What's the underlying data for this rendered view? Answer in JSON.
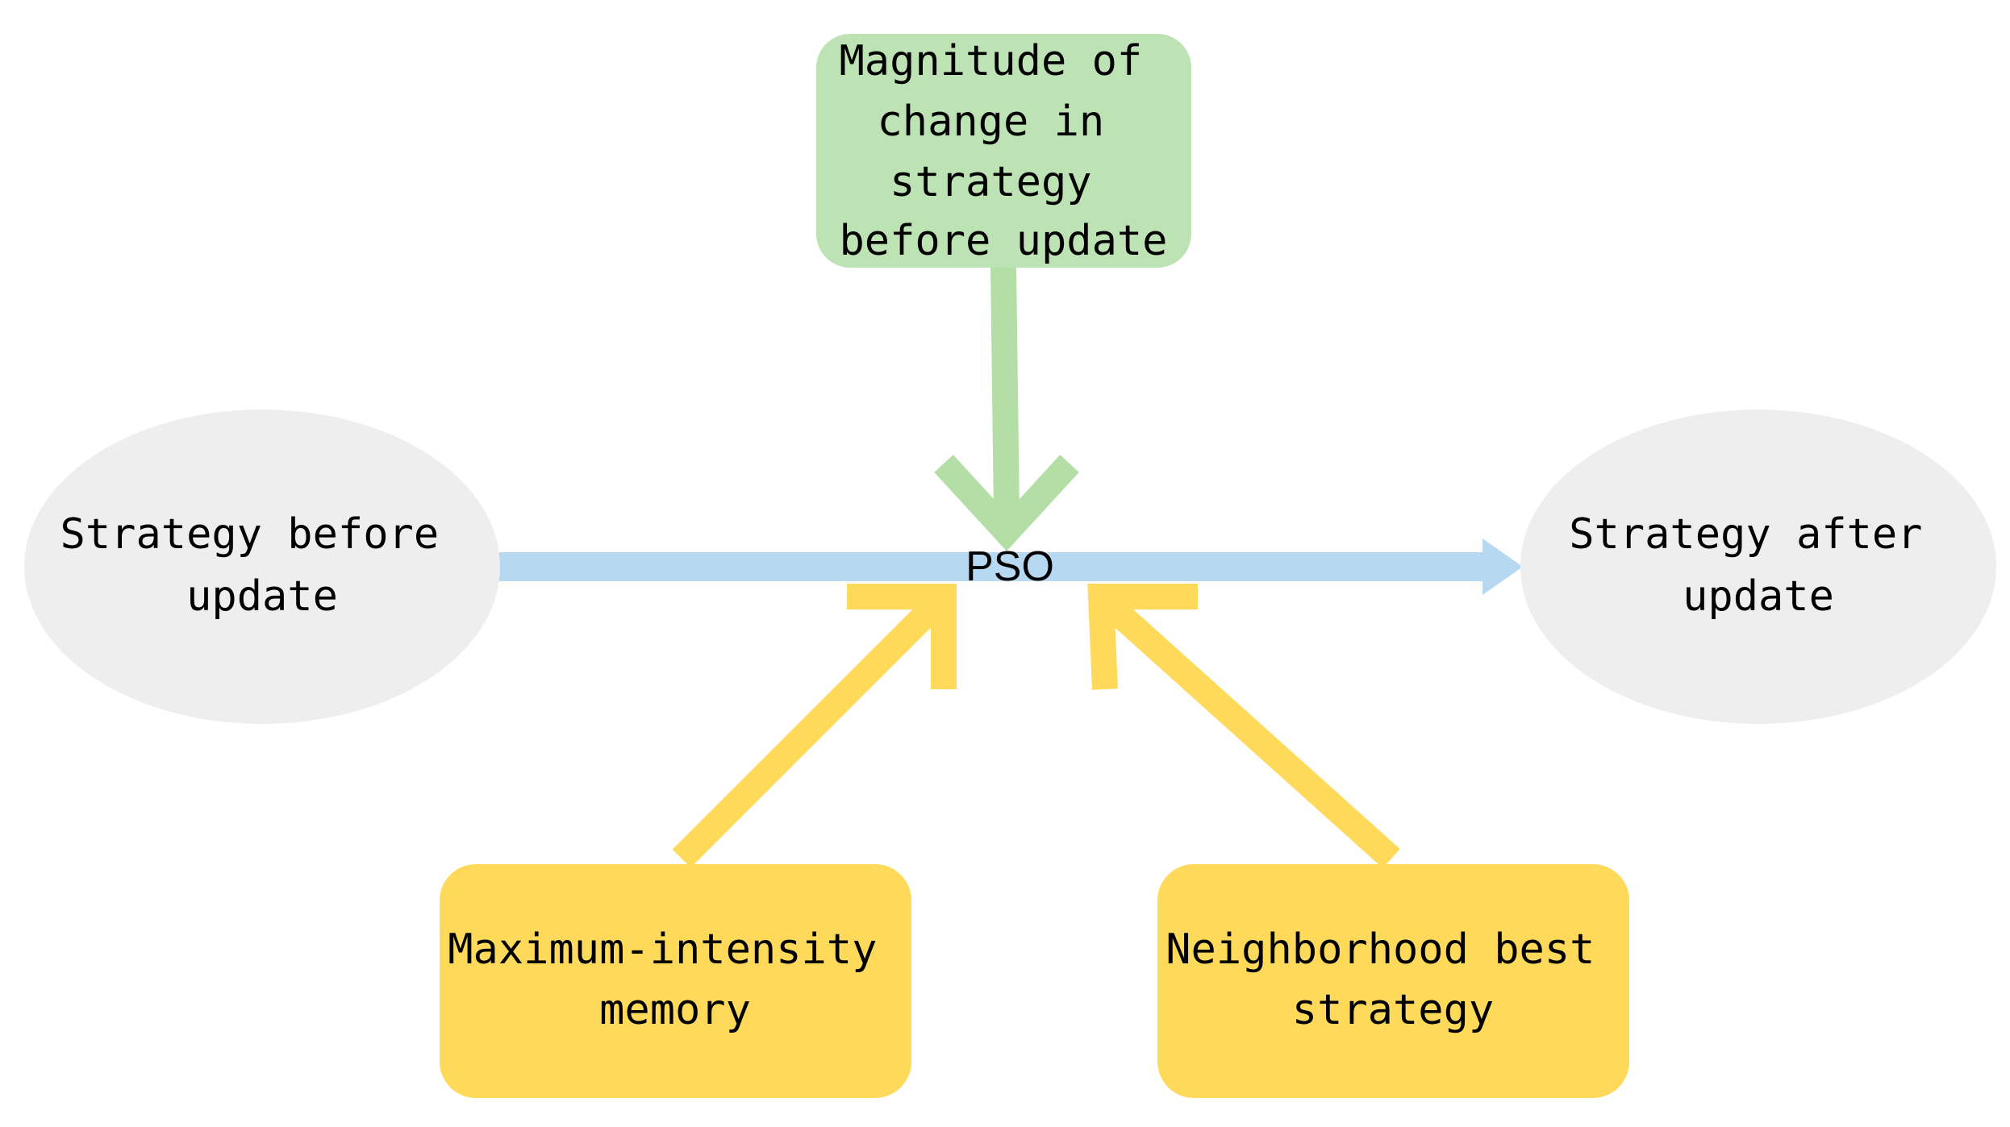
{
  "diagram": {
    "center_label": "PSO",
    "nodes": {
      "strategy_before": {
        "lines": [
          "Strategy before",
          "update"
        ]
      },
      "strategy_after": {
        "lines": [
          "Strategy after",
          "update"
        ]
      },
      "magnitude": {
        "lines": [
          "Magnitude of",
          "change in",
          "strategy",
          "before update"
        ]
      },
      "max_memory": {
        "lines": [
          "Maximum-intensity",
          "memory"
        ]
      },
      "neighborhood_best": {
        "lines": [
          "Neighborhood best",
          "strategy"
        ]
      }
    },
    "colors": {
      "ellipse_fill": "#eeeeee",
      "green_box": "#bde2b4",
      "green_arrow": "#b3dea6",
      "yellow": "#ffd95a",
      "blue_arrow": "#b6d8f0",
      "text": "#000000"
    }
  }
}
